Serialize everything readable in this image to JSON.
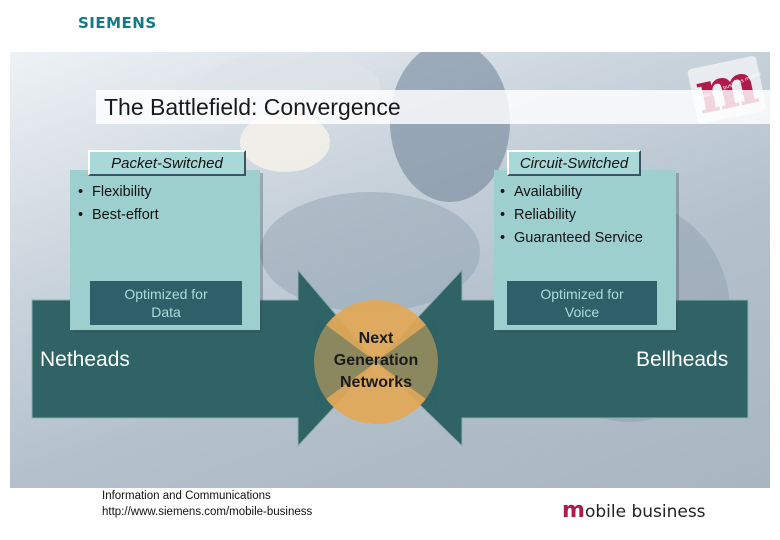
{
  "header": {
    "logo_text": "SIEMENS"
  },
  "badge": {
    "letter": "m",
    "tagline": "make your business mobile"
  },
  "title": "The Battlefield: Convergence",
  "packet": {
    "tag": "Packet-Switched",
    "items": [
      "Flexibility",
      "Best-effort"
    ],
    "optimized_line1": "Optimized for",
    "optimized_line2": "Data",
    "side_label": "Netheads"
  },
  "circuit": {
    "tag": "Circuit-Switched",
    "items": [
      "Availability",
      "Reliability",
      "Guaranteed Service"
    ],
    "optimized_line1": "Optimized for",
    "optimized_line2": "Voice",
    "side_label": "Bellheads"
  },
  "center": {
    "line1": "Next",
    "line2": "Generation",
    "line3": "Networks"
  },
  "footer": {
    "line1": "Information and Communications",
    "line2": "http://www.siemens.com/mobile-business",
    "brand_m": "m",
    "brand_rest": "obile business"
  },
  "colors": {
    "teal_box": "#9dcfcf",
    "dark_teal": "#2f5f68",
    "orange_circle": "#e0a95a",
    "siemens_teal": "#0f7a8a",
    "brand_magenta": "#b01a4a"
  }
}
